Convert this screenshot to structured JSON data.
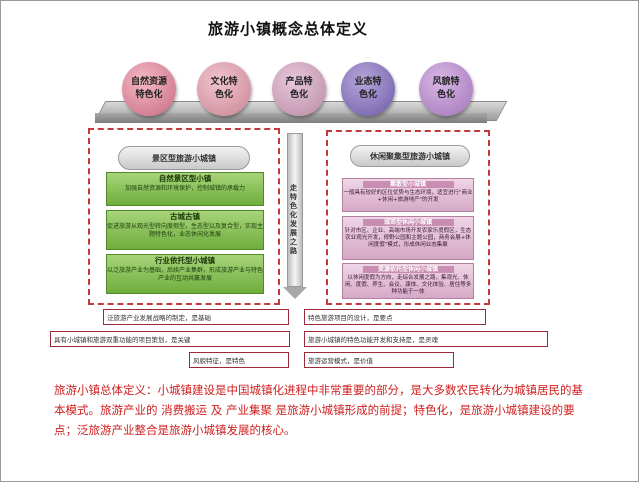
{
  "title": "旅游小镇概念总体定义",
  "circles": [
    {
      "label": "自然资源特色化"
    },
    {
      "label": "文化特色化"
    },
    {
      "label": "产品特色化"
    },
    {
      "label": "业态特色化"
    },
    {
      "label": "风貌特色化"
    }
  ],
  "left_panel": {
    "header": "景区型旅游小城镇",
    "boxes": [
      {
        "title": "自然景区型小镇",
        "text": "加强自然资源和环境保护，控制城镇的承载力"
      },
      {
        "title": "古城古镇",
        "text": "促进旅游从观光型转向度假型，生态型以及复合型，实现主题特色化，业态休闲化发展"
      },
      {
        "title": "行业依托型小城镇",
        "text": "以泛旅游产业为基础，后续产业集群，形成旅游产业与特色产业的互动共赢发展"
      }
    ]
  },
  "right_panel": {
    "header": "休闲聚集型旅游小城镇",
    "boxes": [
      {
        "title": "集散型小城镇",
        "text": "一般具有较好的区位优势与生态环境，适宜进行\"商业+休闲+旅游地产\"的开发"
      },
      {
        "title": "城郊型休闲小城镇",
        "text": "针对市区、企业、高端市场开发农家乐度假区，生态农业观光开发，修野公园和主题公园，商务会展+休闲度假\"模式，形成休闲业态集聚"
      },
      {
        "title": "资源依托型休闲小城镇",
        "text": "以休闲度假为方向，走综合发展之路，集观光、休闲、度假、养生、会议、康体、文化体验、居住等多种功能于一体"
      }
    ]
  },
  "arrow_text": "走特色化发展之路",
  "captions": [
    "泛旅游产业发展战略的制定，是基础",
    "特色旅游项目的设计，是要点",
    "具有小城镇和旅游双重功能的项目策划，是关键",
    "旅游小城镇的特色功能开发和支持是，是灵魂",
    "风貌特征，是特色",
    "旅游运营模式，是价值"
  ],
  "summary": "旅游小镇总体定义：小城镇建设是中国城镇化进程中非常重要的部分，是大多数农民转化为城镇居民的基本模式。旅游产业的 消费搬运 及 产业集聚 是旅游小城镇形成的前提；特色化，是旅游小城镇建设的要点；泛旅游产业整合是旅游小城镇发展的核心。"
}
